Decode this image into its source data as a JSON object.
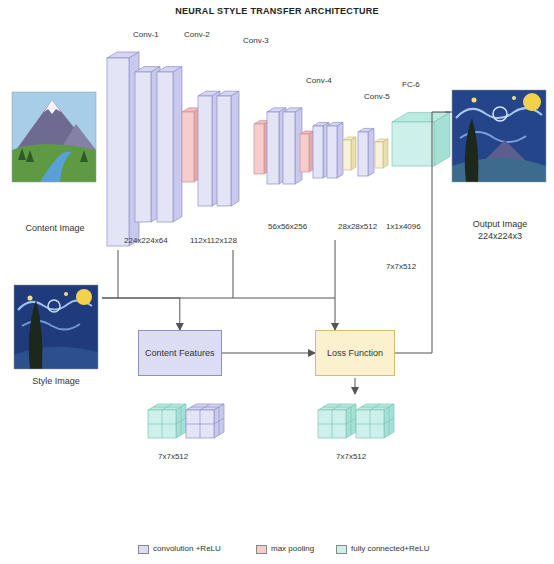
{
  "diagram": {
    "title": "NEURAL STYLE TRANSFER ARCHITECTURE",
    "nodes": [
      {
        "text": [
          "Content Image"
        ]
      },
      {
        "text": [
          "Style Image"
        ]
      },
      {
        "text": [
          "Output Image",
          "224x224x3"
        ]
      },
      {
        "text": [
          "Content Features"
        ]
      },
      {
        "text": [
          "Loss Function"
        ]
      }
    ],
    "edges": [
      {
        "from": 1,
        "to": 3,
        "arrow": "to"
      },
      {
        "from": 1,
        "to": 4,
        "arrow": "to"
      },
      {
        "from": 3,
        "to": 4,
        "arrow": "to"
      },
      {
        "from": 4,
        "to": 2,
        "arrow": "none"
      }
    ],
    "labels": [
      "Conv-1",
      "Conv-2",
      "Conv-3",
      "Conv-4",
      "Conv-5",
      "FC-6",
      "224x224x64",
      "112x112x128",
      "56x56x256",
      "28x28x512",
      "1x1x4096",
      "7x7x512",
      "7x7x512",
      "7x7x512"
    ],
    "legend": [
      {
        "text": "convolution +ReLU",
        "color": "#dcdcf5"
      },
      {
        "text": "max pooling",
        "color": "#f6cccc"
      },
      {
        "text": "fully connected+ReLU",
        "color": "#cdf1ea"
      }
    ]
  }
}
